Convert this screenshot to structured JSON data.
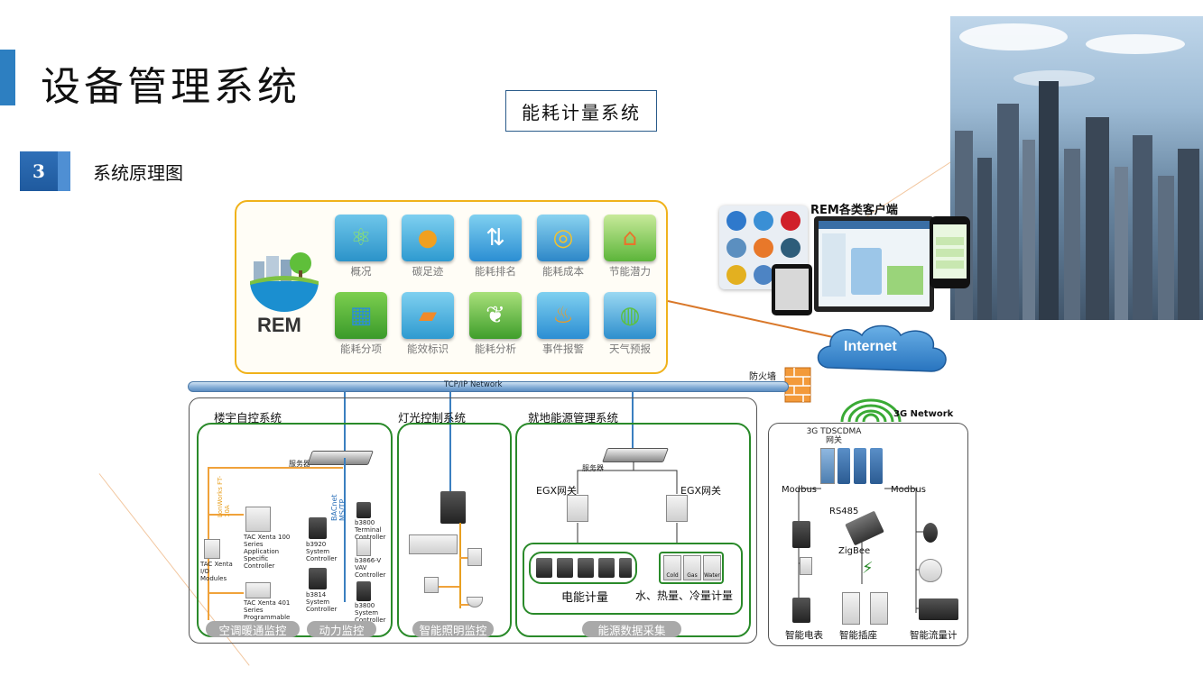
{
  "header": {
    "title": "设备管理系统",
    "system_name": "能耗计量系统",
    "section_number": "3",
    "section_title": "系统原理图"
  },
  "rem_panel": {
    "logo_text": "REM",
    "modules": [
      {
        "label": "概况",
        "icon": "atom-icon",
        "color": "#36a9d6"
      },
      {
        "label": "碳足迹",
        "icon": "molecule-icon",
        "color": "#3aa2d8"
      },
      {
        "label": "能耗排名",
        "icon": "ranking-icon",
        "color": "#3b9ee0"
      },
      {
        "label": "能耗成本",
        "icon": "coins-icon",
        "color": "#3a8fd1"
      },
      {
        "label": "节能潜力",
        "icon": "piggy-bank-icon",
        "color": "#6dbf4b"
      },
      {
        "label": "能耗分项",
        "icon": "building-icon",
        "color": "#33a6d8"
      },
      {
        "label": "能效标识",
        "icon": "label-icon",
        "color": "#3aa0d6"
      },
      {
        "label": "能耗分析",
        "icon": "leaf-icon",
        "color": "#3b9ed0"
      },
      {
        "label": "事件报警",
        "icon": "flame-icon",
        "color": "#3c9ad4"
      },
      {
        "label": "天气预报",
        "icon": "globe-icon",
        "color": "#3c97d0"
      }
    ]
  },
  "clients": {
    "title": "REM各类客户端"
  },
  "network": {
    "internet_label": "Internet",
    "firewall_label": "防火墙",
    "tcp_label": "TCP/IP Network",
    "g3_label": "3G Network"
  },
  "groups": {
    "bas": {
      "title": "楼宇自控系统",
      "server_label": "服务器",
      "lonworks": "LonWorks FT-10A",
      "bacnet": "BACnet MS/TP",
      "hvac_caption": "空调暖通监控",
      "power_caption": "动力监控",
      "devices": {
        "io": "TAC Xenta I/O Modules",
        "x100": "TAC Xenta 100 Series Application Specific Controller",
        "x401": "TAC Xenta 401 Series Programmable Controller",
        "b3920": "b3920 System Controller",
        "b3814": "b3814 System Controller",
        "b3800t": "b3800 Terminal Controller",
        "b3866": "b3866-V VAV Controller",
        "b3800s": "b3800 System Controller"
      }
    },
    "lighting": {
      "title": "灯光控制系统",
      "caption": "智能照明监控"
    },
    "energy": {
      "title": "就地能源管理系统",
      "server_label": "服务器",
      "gateway_left": "EGX网关",
      "gateway_right": "EGX网关",
      "meter_label": "电能计量",
      "water_label": "水、热量、冷量计量",
      "meters": [
        "Cold",
        "Gas",
        "Water"
      ],
      "caption": "能源数据采集"
    },
    "wireless": {
      "gateway": "3G TDSCDMA 网关",
      "modbus_left": "Modbus",
      "modbus_right": "Modbus",
      "rs485": "RS485",
      "zigbee": "ZigBee",
      "meter": "智能电表",
      "socket": "智能插座",
      "flow": "智能流量计"
    }
  }
}
